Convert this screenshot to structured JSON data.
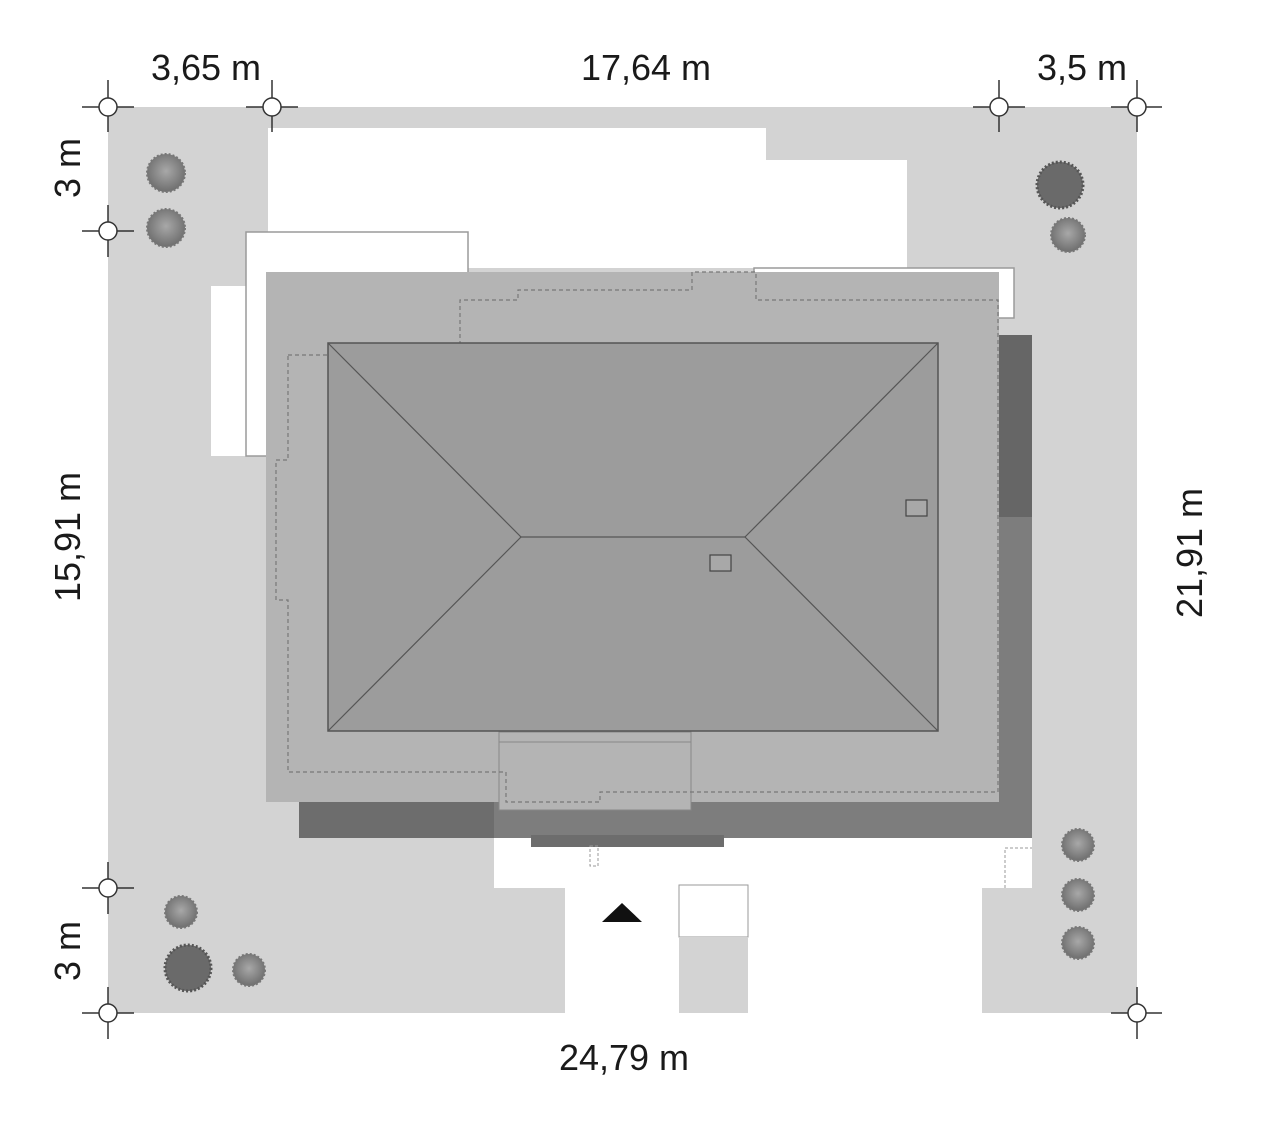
{
  "dimensions": {
    "top_left": "3,65 m",
    "top_middle": "17,64 m",
    "top_right": "3,5 m",
    "left_top": "3 m",
    "left_middle": "15,91 m",
    "left_bottom": "3 m",
    "right": "21,91 m",
    "bottom": "24,79 m"
  },
  "colors": {
    "plot": "#d3d3d3",
    "paving": "#ffffff",
    "roof_overhang": "#b4b4b4",
    "roof": "#9c9c9c",
    "terrace_shadow": "#6d6d6d",
    "shadow_mid": "#7d7d7d",
    "line": "#555555",
    "tree_dark": "#6a6a6a",
    "tree_light": "#8c8c8c"
  },
  "entrance_marker": "entrance-arrow-icon"
}
